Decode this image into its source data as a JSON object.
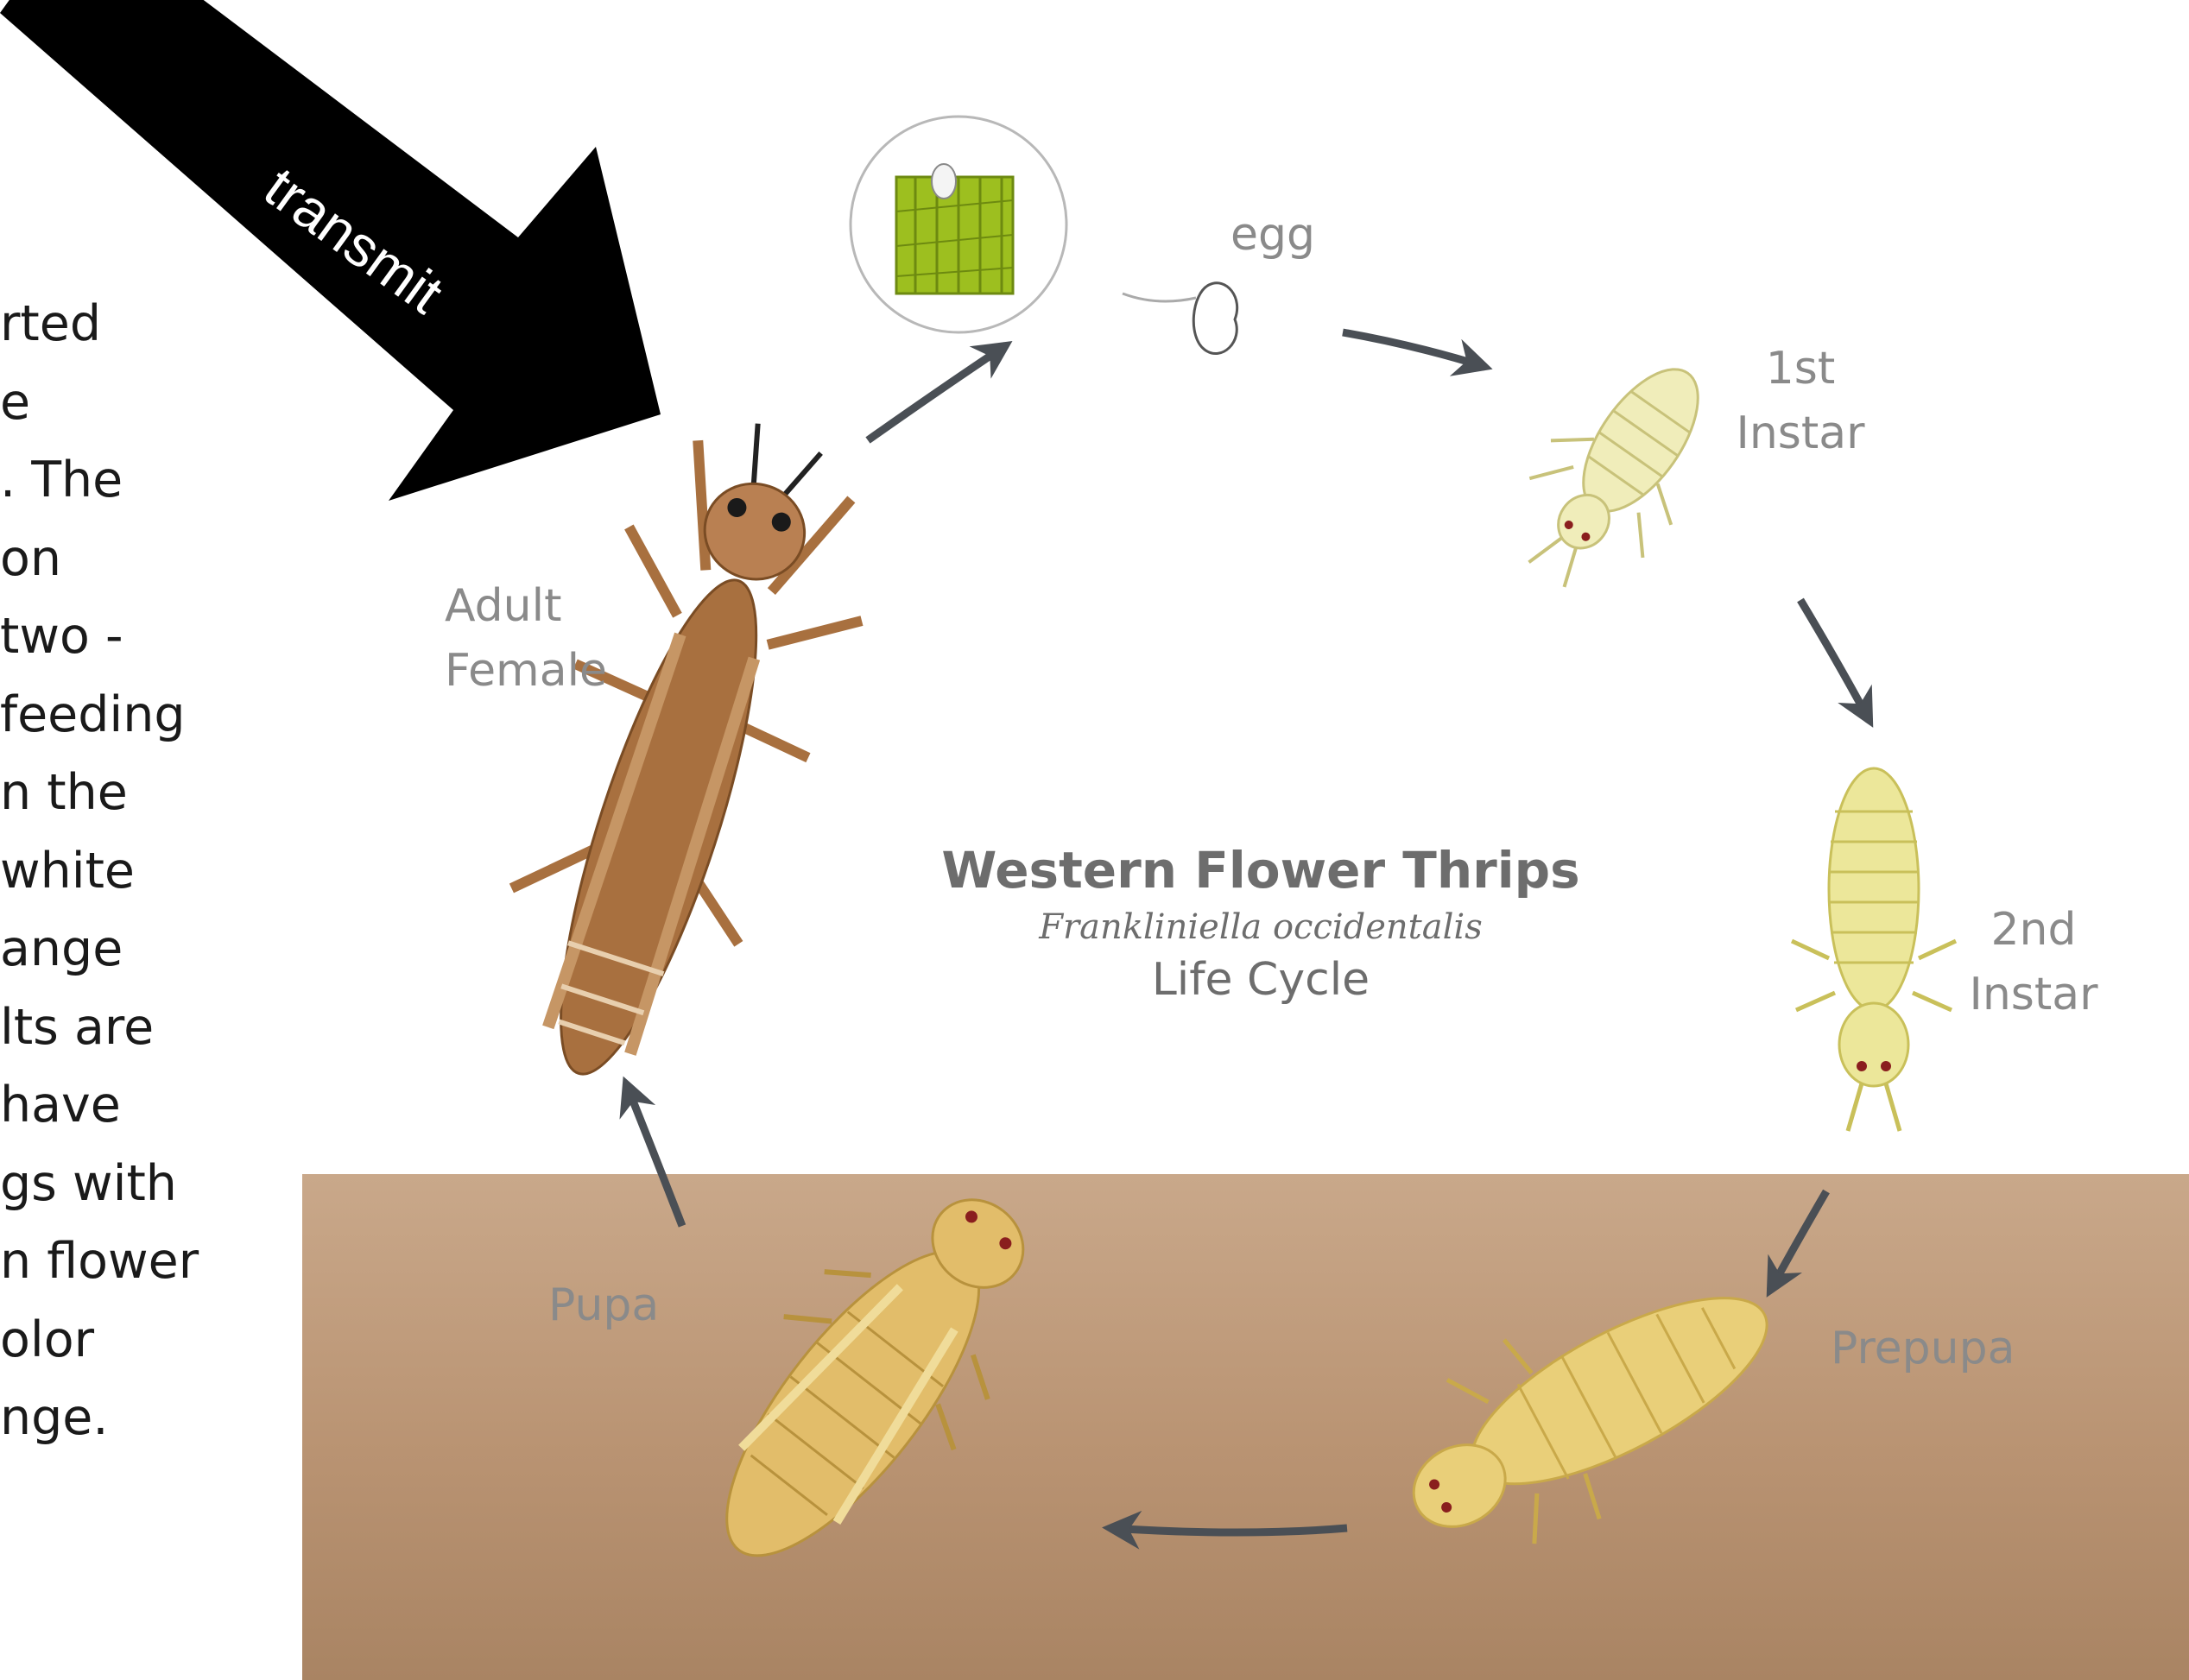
{
  "side_text_lines": [
    "rted",
    "e",
    ". The",
    "on",
    "two -",
    "feeding",
    "n the",
    "white",
    "ange",
    "lts are",
    "have",
    "gs with",
    "n flower",
    "olor",
    "nge."
  ],
  "callout": {
    "label": "transmit"
  },
  "diagram": {
    "title": "Western Flower Thrips",
    "species": "Frankliniella occidentalis",
    "subtitle": "Life Cycle",
    "stages": {
      "egg": "egg",
      "first_instar": [
        "1st",
        "Instar"
      ],
      "second_instar": [
        "2nd",
        "Instar"
      ],
      "prepupa": "Prepupa",
      "pupa": "Pupa",
      "adult": [
        "Adult",
        "Female"
      ]
    }
  },
  "colors": {
    "soil_top": "#c9a88a",
    "soil_bottom": "#a98463",
    "adult_body": "#a8703f",
    "larva": "#ece79a",
    "pupa": "#e2bd6a",
    "leaf": "#9dbf1f",
    "arrow": "#4a4f55",
    "callout": "#000000"
  }
}
